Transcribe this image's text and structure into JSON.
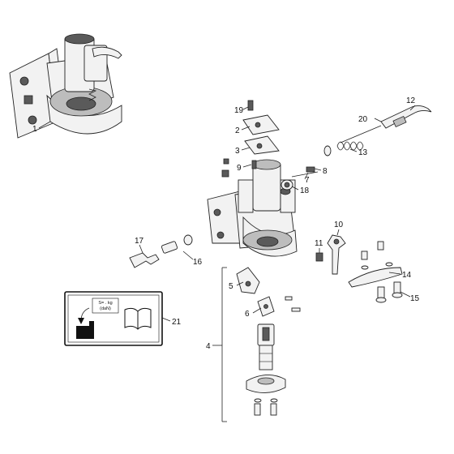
{
  "callouts": {
    "c1": "1",
    "c2": "2",
    "c3": "3",
    "c4": "4",
    "c5": "5",
    "c6": "6",
    "c7": "7",
    "c8": "8",
    "c9": "9",
    "c10": "10",
    "c11": "11",
    "c12": "12",
    "c13": "13",
    "c14": "14",
    "c15": "15",
    "c16": "16",
    "c17": "17",
    "c18": "18",
    "c19": "19",
    "c20": "20",
    "c21": "21"
  },
  "decal": {
    "line1": "S= . kg",
    "line2": "(daN)"
  }
}
